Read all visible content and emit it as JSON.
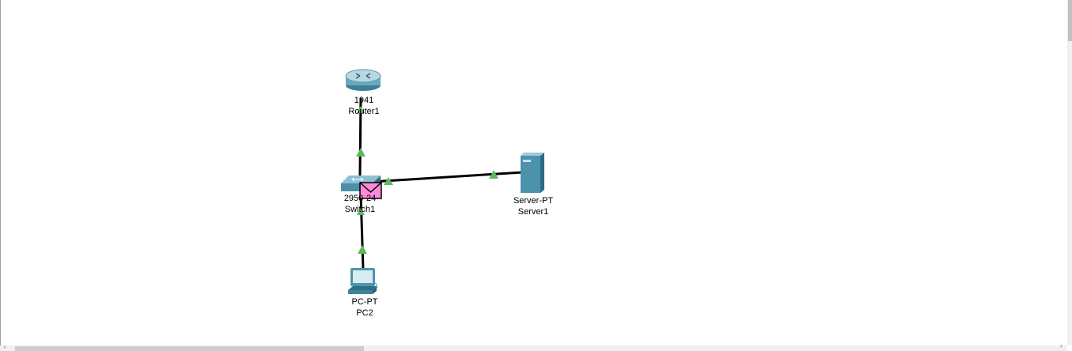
{
  "devices": {
    "router": {
      "model": "1941",
      "name": "Router1",
      "icon": "router-icon"
    },
    "switch": {
      "model": "2950-24",
      "name": "Switch1",
      "icon": "switch-icon"
    },
    "server": {
      "model": "Server-PT",
      "name": "Server1",
      "icon": "server-icon"
    },
    "pc": {
      "model": "PC-PT",
      "name": "PC2",
      "icon": "pc-icon"
    }
  },
  "links": [
    {
      "from": "Switch1",
      "to": "Router1",
      "status": "up"
    },
    {
      "from": "Switch1",
      "to": "Server1",
      "status": "up"
    },
    {
      "from": "Switch1",
      "to": "PC2",
      "status": "up"
    }
  ],
  "pdu": {
    "icon": "envelope-icon",
    "color": "#ff8ad8"
  },
  "colors": {
    "link_up": "#5cb85c",
    "cable": "#000000",
    "device": "#4a90a8"
  }
}
